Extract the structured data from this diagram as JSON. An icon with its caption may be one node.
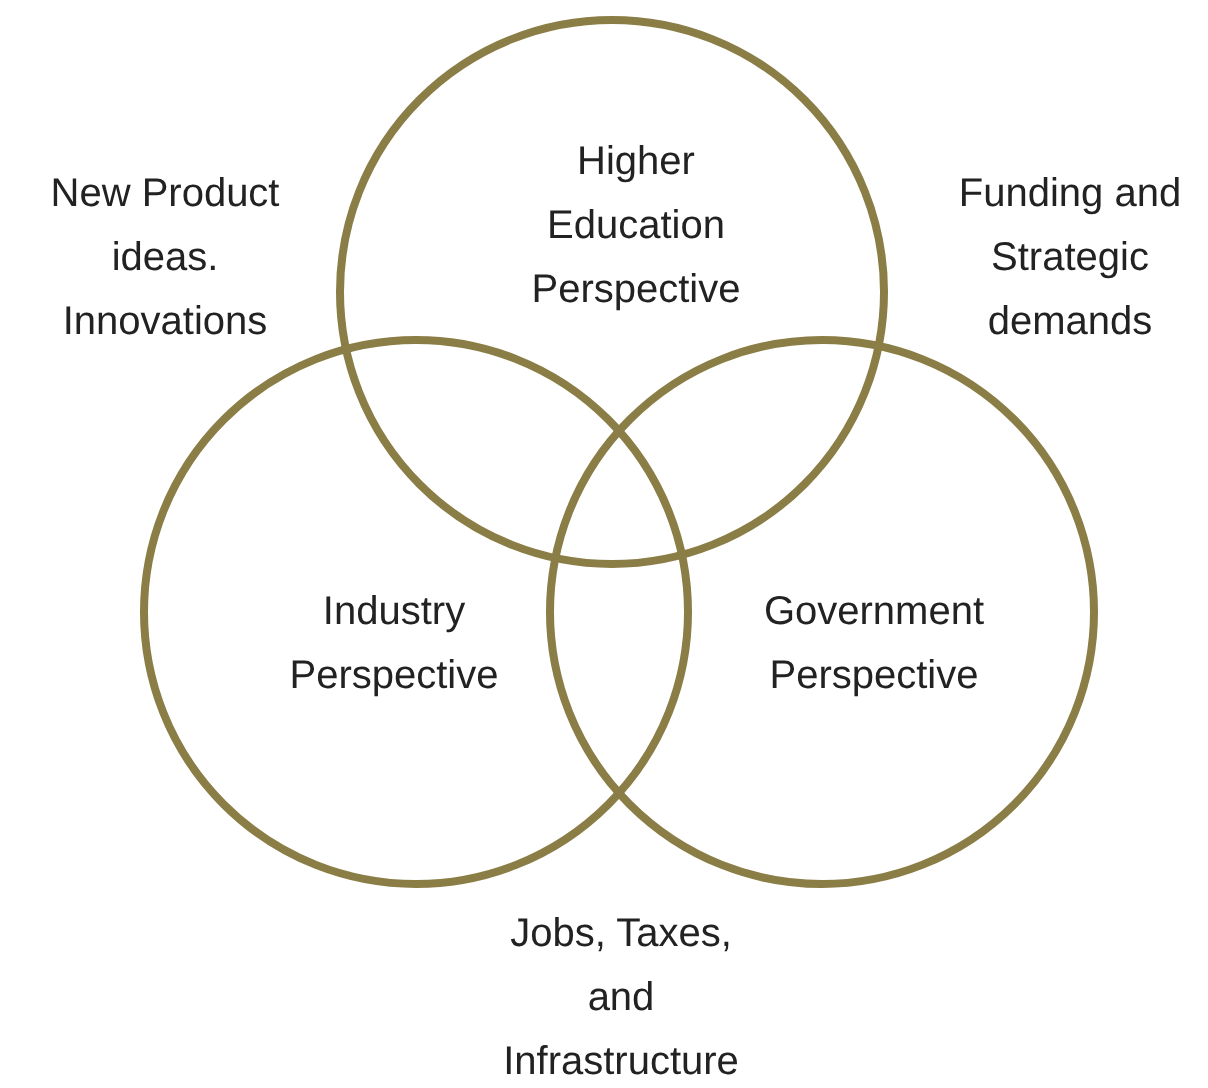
{
  "diagram": {
    "nodes": [
      {
        "text": [
          "Higher Education Perspective"
        ]
      },
      {
        "text": [
          "Industry Perspective"
        ]
      },
      {
        "text": [
          "Government Perspective"
        ]
      }
    ],
    "labels": [
      "New Product ideas. Innovations",
      "Funding and Strategic demands",
      "Jobs, Taxes, and Infrastructure"
    ]
  }
}
